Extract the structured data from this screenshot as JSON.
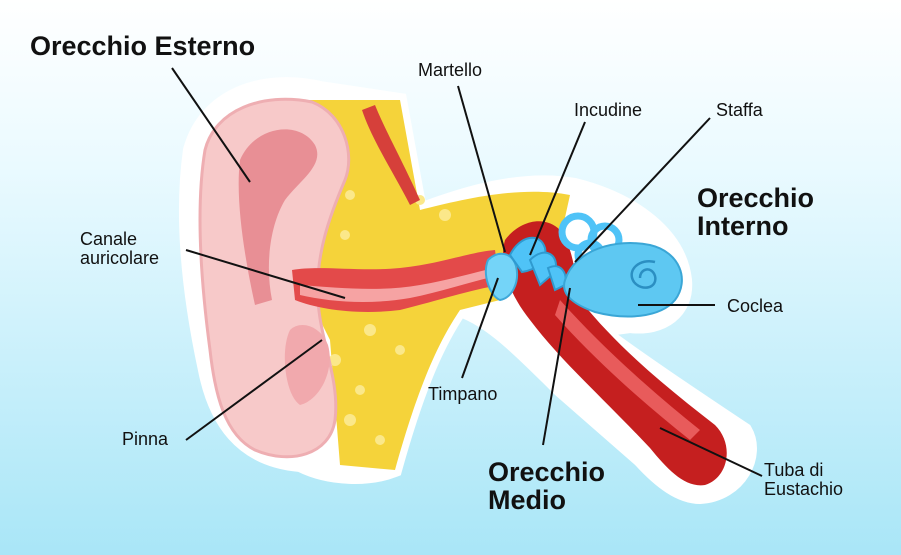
{
  "labels": {
    "outer_ear": "Orecchio Esterno",
    "hammer": "Martello",
    "anvil": "Incudine",
    "stirrup": "Staffa",
    "inner_ear_line1": "Orecchio",
    "inner_ear_line2": "Interno",
    "ear_canal_line1": "Canale",
    "ear_canal_line2": "auricolare",
    "cochlea": "Coclea",
    "eardrum": "Timpano",
    "pinna": "Pinna",
    "middle_ear_line1": "Orecchio",
    "middle_ear_line2": "Medio",
    "eustachian_line1": "Tuba di",
    "eustachian_line2": "Eustachio"
  },
  "colors": {
    "background_top": "#ffffff",
    "background_bottom": "#a9e6f7",
    "skin": "#f7c9c9",
    "skin_dark": "#e88f95",
    "fat": "#f5d33a",
    "canal": "#e34a4a",
    "tube": "#c51f1f",
    "ossicles": "#4fc3f7",
    "cochlea": "#5ec8f2"
  }
}
